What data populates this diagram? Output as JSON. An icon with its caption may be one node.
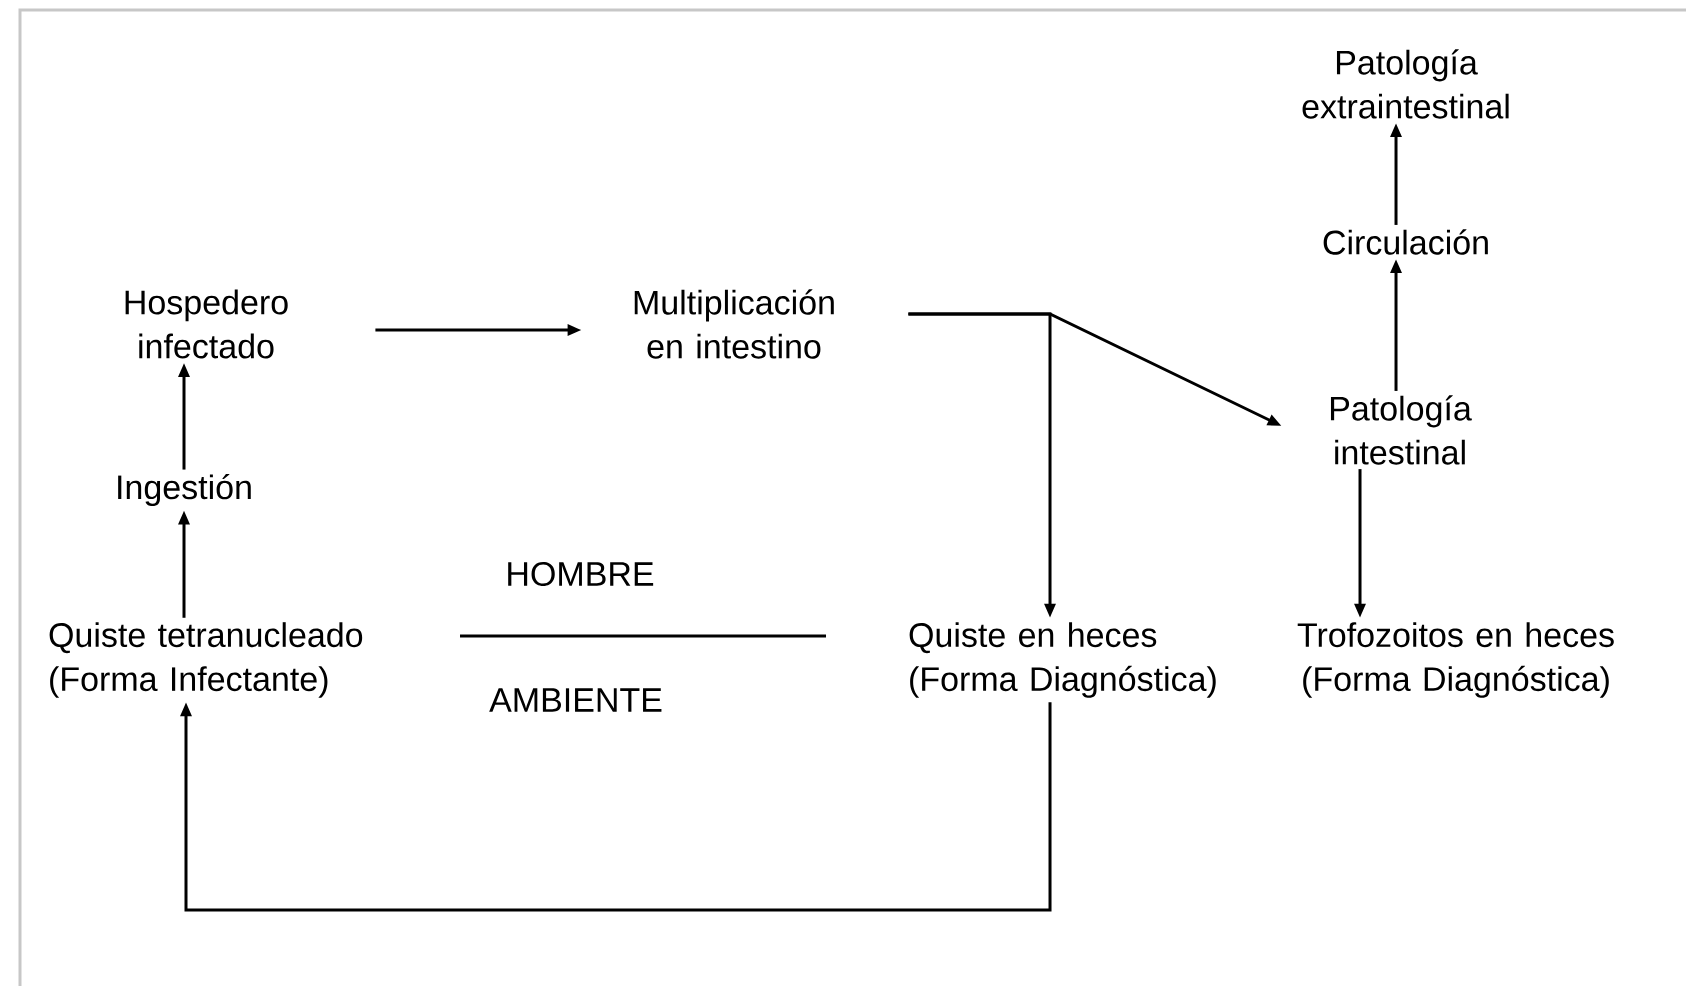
{
  "diagram": {
    "nodes": [
      {
        "text": [
          "Hospedero infectado"
        ]
      },
      {
        "text": [
          "Multiplicación en intestino"
        ]
      },
      {
        "text": [
          "Patología extraintestinal"
        ]
      },
      {
        "text": [
          "Circulación"
        ]
      },
      {
        "text": [
          "Patología intestinal"
        ]
      },
      {
        "text": [
          "Ingestión"
        ]
      },
      {
        "text": [
          "Quiste tetranucleado (Forma Infectante)"
        ]
      },
      {
        "text": [
          "Quiste en heces (Forma Diagnóstica)"
        ]
      },
      {
        "text": [
          "Trofozoitos en heces (Forma Diagnóstica)"
        ]
      }
    ],
    "edges": [
      {
        "from": 0,
        "to": 1,
        "arrow": "to"
      },
      {
        "from": 1,
        "to": 7,
        "arrow": "to"
      },
      {
        "from": 1,
        "to": 4,
        "arrow": "to"
      },
      {
        "from": 4,
        "to": 3,
        "arrow": "to"
      },
      {
        "from": 3,
        "to": 2,
        "arrow": "to"
      },
      {
        "from": 6,
        "to": 5,
        "arrow": "to"
      },
      {
        "from": 5,
        "to": 0,
        "arrow": "to"
      },
      {
        "from": 4,
        "to": 8,
        "arrow": "to"
      },
      {
        "from": 7,
        "to": 6,
        "arrow": "to"
      }
    ],
    "labels": [
      "HOMBRE",
      "AMBIENTE"
    ]
  }
}
